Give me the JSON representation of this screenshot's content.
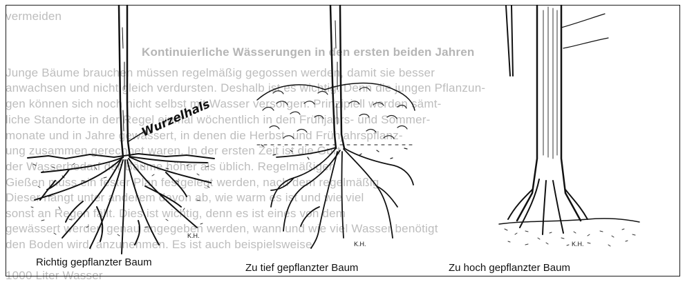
{
  "ghost_text": [
    "vermeiden",
    "Kontinuierliche Wässerungen in den ersten beiden Jahren",
    "Junge Bäume brauchen müssen regelmäßig gegossen werden, damit sie besser",
    "anwachsen und nicht gleich verdursten. Deshalb ist es wichtig. Denn die jungen Pflanzun-",
    "gen können sich noch nicht selbst mit Wasser versorgen. Prinzipiell werden sämt-",
    "liche Standorte in der Regel einmal wöchentlich in den Frühjahrs- und Sommer-",
    "monate und in Jahre gewässert, in denen die Herbst- und Frühjahrspflanz-",
    "ung zusammen gerechnet waren. In der ersten Zeit ist die Gurt",
    "der Wasserbedarf der Bäume höher als üblich. Regelmäßiger",
    "Gießen muss ein fester Plan festgelegt werden, nach dem regelmäßig",
    "Dieser hängt unter anderem davon ab, wie warm es ist und wie viel",
    "sonst an Regen fällt. Dies ist wichtig, denn es ist eines von dem",
    "gewässert werden genau angegeben werden, wann und wie viel Wasser benötigt",
    "den Boden wird, anzunehmen. Es ist auch beispielsweise",
    "1000 Liter Wasser"
  ],
  "label_wurzelhals": "Wurzelhals",
  "signature": "K.H.",
  "captions": {
    "left": "Richtig gepflanzter Baum",
    "middle": "Zu tief gepflanzter Baum",
    "right": "Zu hoch gepflanzter Baum"
  }
}
